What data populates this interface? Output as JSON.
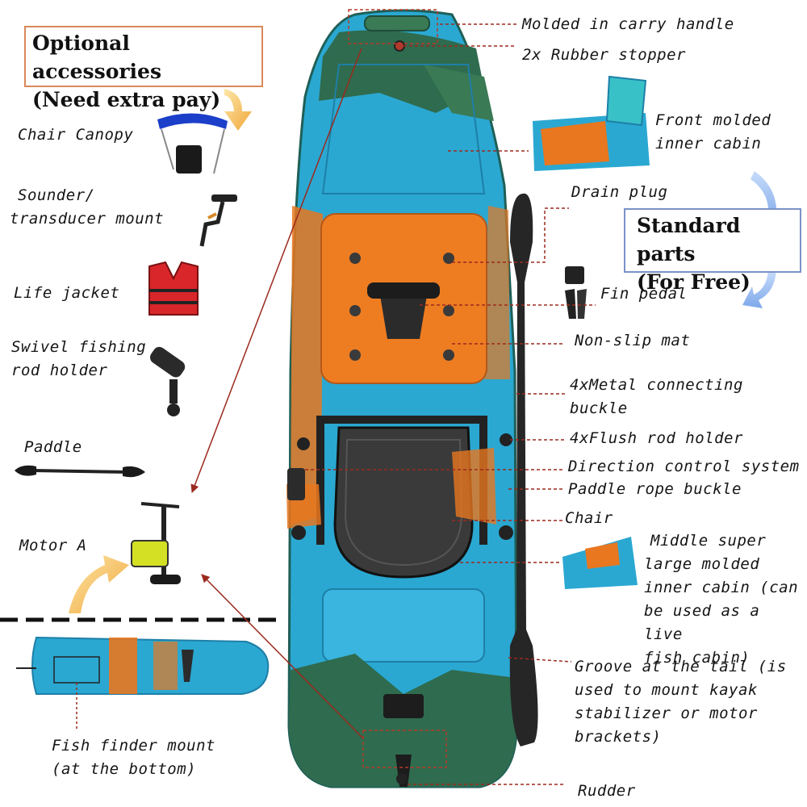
{
  "headers": {
    "optional": [
      "Optional accessories",
      "(Need extra pay)"
    ],
    "standard": [
      "Standard parts",
      "(For Free)"
    ]
  },
  "optional_items": {
    "chair_canopy": [
      "Chair Canopy"
    ],
    "sounder": [
      "Sounder/",
      "transducer mount"
    ],
    "life_jacket": [
      "Life jacket"
    ],
    "rod_holder": [
      "Swivel fishing",
      "rod holder"
    ],
    "paddle": [
      "Paddle"
    ],
    "motor": [
      "Motor A"
    ],
    "fish_finder": [
      "Fish finder mount",
      "(at the bottom)"
    ]
  },
  "standard_items": {
    "carry_handle": [
      "Molded in carry handle"
    ],
    "stopper": [
      "2x Rubber stopper"
    ],
    "front_cabin": [
      "Front molded",
      "inner cabin"
    ],
    "drain_plug": [
      "Drain plug"
    ],
    "fin_pedal": [
      "Fin pedal"
    ],
    "mat": [
      "Non-slip mat"
    ],
    "buckle": [
      "4xMetal connecting",
      "buckle"
    ],
    "flush_rod": [
      "4xFlush rod holder"
    ],
    "direction": [
      "Direction control system"
    ],
    "rope_buckle": [
      "Paddle rope buckle"
    ],
    "chair": [
      "Chair"
    ],
    "middle_cabin": [
      "Middle super",
      "large molded",
      "inner cabin (can",
      "be used as a live",
      "fish cabin)"
    ],
    "groove": [
      "Groove at the tail (is",
      "used to mount kayak",
      "stabilizer or motor",
      "brackets)"
    ],
    "rudder": [
      "Rudder"
    ]
  },
  "colors": {
    "hull_blue": "#2aa8d2",
    "hull_green": "#2f6b4e",
    "hull_orange": "#e8771f",
    "leader_line": "#9b2a1e",
    "accent_arrow": "#f2b14a",
    "standard_arrow": "#8fb4ee"
  }
}
